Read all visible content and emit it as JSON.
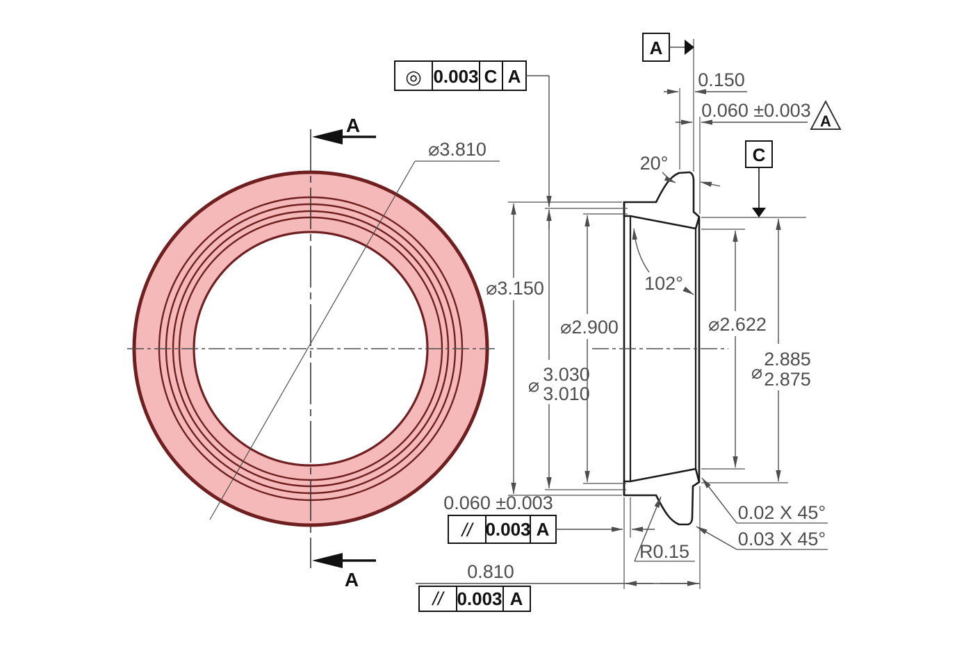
{
  "drawing_title": "V-band flange ring - front view and section A-A",
  "colors": {
    "ring_fill": "#f6b9b9",
    "ring_edge": "#6f1f1f",
    "part_line": "#1a1a1a",
    "dim_line": "#4d4d4d"
  },
  "front_view": {
    "od_label": "⌀3.810",
    "cut_letter_top": "A",
    "cut_letter_bottom": "A"
  },
  "section_view": {
    "dims": {
      "dia_3150": "⌀3.150",
      "dia_2900": "⌀2.900",
      "dia_sym": "⌀",
      "dia_3030_hi": "3.030",
      "dia_3030_lo": "3.010",
      "dia_2622": "⌀2.622",
      "dia_2885_hi": "2.885",
      "dia_2885_lo": "2.875",
      "width_0150": "0.150",
      "thk_top": "0.060 ±0.003",
      "thk_bottom": "0.060 ±0.003",
      "width_total": "0.810",
      "angle_flank": "20°",
      "angle_taper": "102°",
      "radius_groove": "R0.15",
      "chamfer_small": "0.02 X 45°",
      "chamfer_large": "0.03 X 45°"
    },
    "datums": {
      "a": "A",
      "c": "C",
      "flag_a": "A"
    },
    "fcf": {
      "concentricity": {
        "symbol": "◎",
        "tol": "0.003",
        "d1": "C",
        "d2": "A"
      },
      "parallel_left": {
        "symbol": "//",
        "tol": "0.003",
        "d1": "A"
      },
      "parallel_bottom": {
        "symbol": "//",
        "tol": "0.003",
        "d1": "A"
      }
    }
  }
}
